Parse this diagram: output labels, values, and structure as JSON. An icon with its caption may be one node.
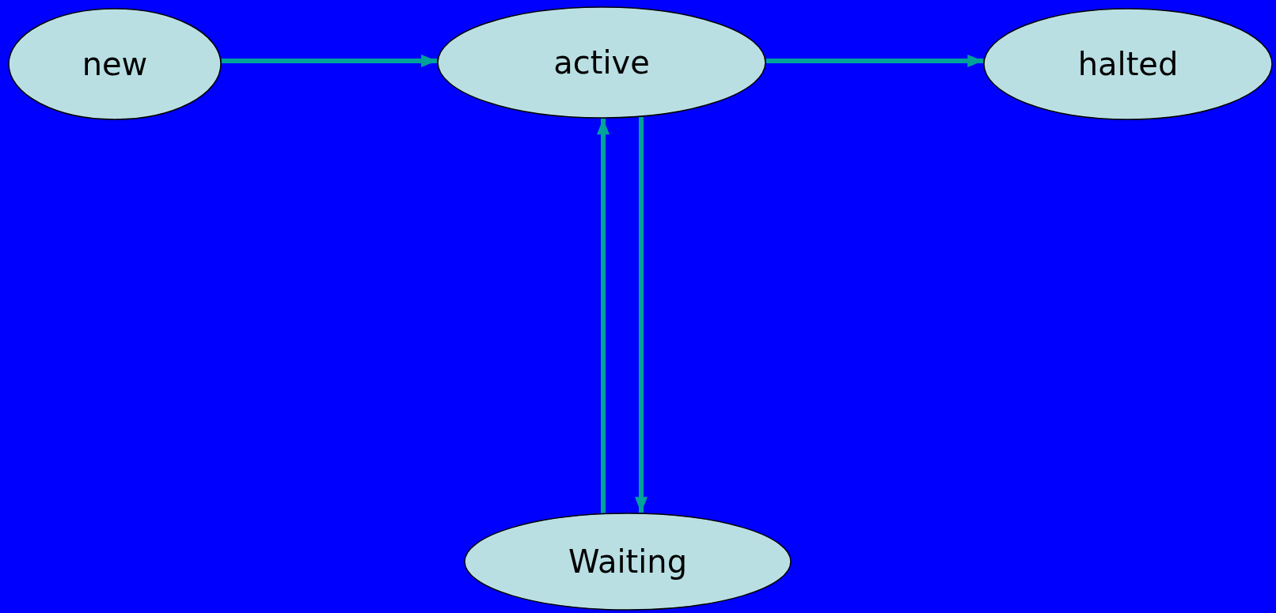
{
  "diagram": {
    "nodes": [
      {
        "text": [
          "new"
        ]
      },
      {
        "text": [
          "active"
        ]
      },
      {
        "text": [
          "halted"
        ]
      },
      {
        "text": [
          "Waiting"
        ]
      }
    ],
    "edges": [
      {
        "from": 0,
        "to": 1,
        "arrow": "to"
      },
      {
        "from": 1,
        "to": 2,
        "arrow": "to"
      },
      {
        "from": 3,
        "to": 1,
        "arrow": "to"
      },
      {
        "from": 1,
        "to": 3,
        "arrow": "to"
      }
    ]
  }
}
